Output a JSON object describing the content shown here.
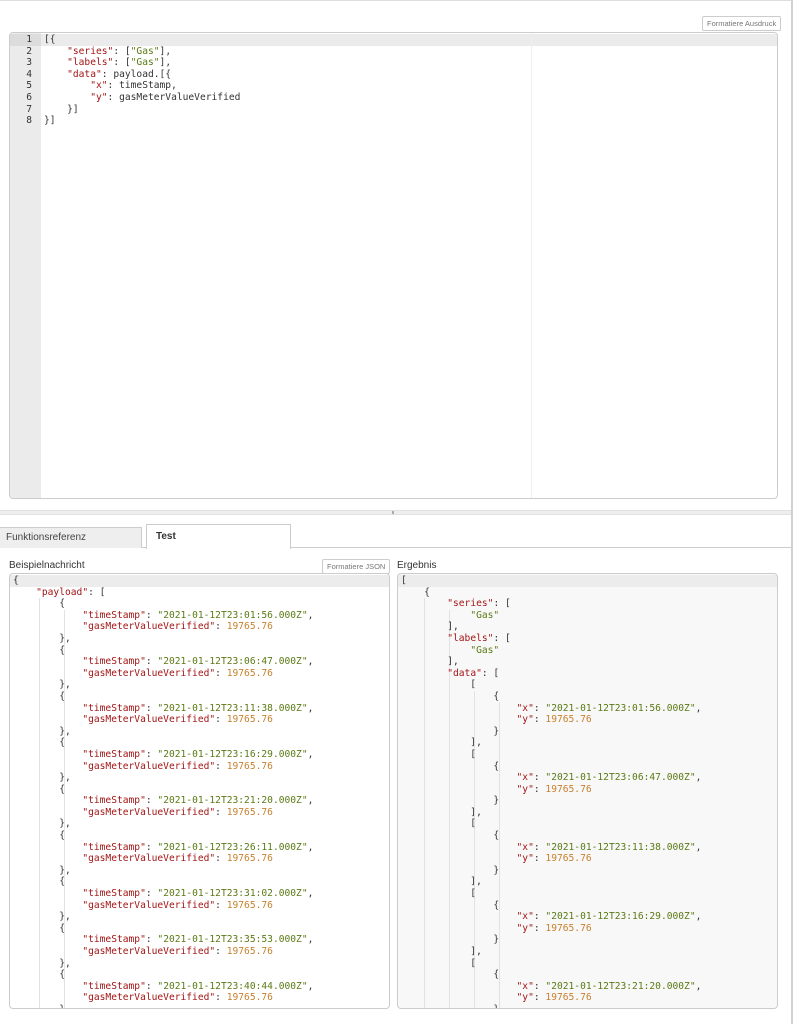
{
  "toolbar": {
    "format_expression_label": "Formatiere Ausdruck",
    "format_json_label": "Formatiere JSON"
  },
  "expression_editor": {
    "line_numbers": [
      "1",
      "2",
      "3",
      "4",
      "5",
      "6",
      "7",
      "8"
    ],
    "active_line": 1,
    "lines": [
      [
        {
          "t": "p",
          "v": "[{"
        }
      ],
      [
        {
          "t": "p",
          "v": "    "
        },
        {
          "t": "k",
          "v": "\"series\""
        },
        {
          "t": "p",
          "v": ": ["
        },
        {
          "t": "s",
          "v": "\"Gas\""
        },
        {
          "t": "p",
          "v": "],"
        }
      ],
      [
        {
          "t": "p",
          "v": "    "
        },
        {
          "t": "k",
          "v": "\"labels\""
        },
        {
          "t": "p",
          "v": ": ["
        },
        {
          "t": "s",
          "v": "\"Gas\""
        },
        {
          "t": "p",
          "v": "],"
        }
      ],
      [
        {
          "t": "p",
          "v": "    "
        },
        {
          "t": "k",
          "v": "\"data\""
        },
        {
          "t": "p",
          "v": ": payload.[{"
        }
      ],
      [
        {
          "t": "p",
          "v": "        "
        },
        {
          "t": "k",
          "v": "\"x\""
        },
        {
          "t": "p",
          "v": ": timeStamp,"
        }
      ],
      [
        {
          "t": "p",
          "v": "        "
        },
        {
          "t": "k",
          "v": "\"y\""
        },
        {
          "t": "p",
          "v": ": gasMeterValueVerified"
        }
      ],
      [
        {
          "t": "p",
          "v": "    }]"
        }
      ],
      [
        {
          "t": "p",
          "v": "}]"
        }
      ]
    ]
  },
  "tabs": [
    {
      "label": "Funktionsreferenz",
      "active": false
    },
    {
      "label": "Test",
      "active": true
    }
  ],
  "sample_message": {
    "label": "Beispielnachricht",
    "lines": [
      [
        {
          "t": "p",
          "v": "{"
        }
      ],
      [
        {
          "t": "p",
          "v": "    "
        },
        {
          "t": "k",
          "v": "\"payload\""
        },
        {
          "t": "p",
          "v": ": ["
        }
      ],
      [
        {
          "t": "p",
          "v": "        {"
        }
      ],
      [
        {
          "t": "p",
          "v": "            "
        },
        {
          "t": "k",
          "v": "\"timeStamp\""
        },
        {
          "t": "p",
          "v": ": "
        },
        {
          "t": "s",
          "v": "\"2021-01-12T23:01:56.000Z\""
        },
        {
          "t": "p",
          "v": ","
        }
      ],
      [
        {
          "t": "p",
          "v": "            "
        },
        {
          "t": "k",
          "v": "\"gasMeterValueVerified\""
        },
        {
          "t": "p",
          "v": ": "
        },
        {
          "t": "n",
          "v": "19765.76"
        }
      ],
      [
        {
          "t": "p",
          "v": "        },"
        }
      ],
      [
        {
          "t": "p",
          "v": "        {"
        }
      ],
      [
        {
          "t": "p",
          "v": "            "
        },
        {
          "t": "k",
          "v": "\"timeStamp\""
        },
        {
          "t": "p",
          "v": ": "
        },
        {
          "t": "s",
          "v": "\"2021-01-12T23:06:47.000Z\""
        },
        {
          "t": "p",
          "v": ","
        }
      ],
      [
        {
          "t": "p",
          "v": "            "
        },
        {
          "t": "k",
          "v": "\"gasMeterValueVerified\""
        },
        {
          "t": "p",
          "v": ": "
        },
        {
          "t": "n",
          "v": "19765.76"
        }
      ],
      [
        {
          "t": "p",
          "v": "        },"
        }
      ],
      [
        {
          "t": "p",
          "v": "        {"
        }
      ],
      [
        {
          "t": "p",
          "v": "            "
        },
        {
          "t": "k",
          "v": "\"timeStamp\""
        },
        {
          "t": "p",
          "v": ": "
        },
        {
          "t": "s",
          "v": "\"2021-01-12T23:11:38.000Z\""
        },
        {
          "t": "p",
          "v": ","
        }
      ],
      [
        {
          "t": "p",
          "v": "            "
        },
        {
          "t": "k",
          "v": "\"gasMeterValueVerified\""
        },
        {
          "t": "p",
          "v": ": "
        },
        {
          "t": "n",
          "v": "19765.76"
        }
      ],
      [
        {
          "t": "p",
          "v": "        },"
        }
      ],
      [
        {
          "t": "p",
          "v": "        {"
        }
      ],
      [
        {
          "t": "p",
          "v": "            "
        },
        {
          "t": "k",
          "v": "\"timeStamp\""
        },
        {
          "t": "p",
          "v": ": "
        },
        {
          "t": "s",
          "v": "\"2021-01-12T23:16:29.000Z\""
        },
        {
          "t": "p",
          "v": ","
        }
      ],
      [
        {
          "t": "p",
          "v": "            "
        },
        {
          "t": "k",
          "v": "\"gasMeterValueVerified\""
        },
        {
          "t": "p",
          "v": ": "
        },
        {
          "t": "n",
          "v": "19765.76"
        }
      ],
      [
        {
          "t": "p",
          "v": "        },"
        }
      ],
      [
        {
          "t": "p",
          "v": "        {"
        }
      ],
      [
        {
          "t": "p",
          "v": "            "
        },
        {
          "t": "k",
          "v": "\"timeStamp\""
        },
        {
          "t": "p",
          "v": ": "
        },
        {
          "t": "s",
          "v": "\"2021-01-12T23:21:20.000Z\""
        },
        {
          "t": "p",
          "v": ","
        }
      ],
      [
        {
          "t": "p",
          "v": "            "
        },
        {
          "t": "k",
          "v": "\"gasMeterValueVerified\""
        },
        {
          "t": "p",
          "v": ": "
        },
        {
          "t": "n",
          "v": "19765.76"
        }
      ],
      [
        {
          "t": "p",
          "v": "        },"
        }
      ],
      [
        {
          "t": "p",
          "v": "        {"
        }
      ],
      [
        {
          "t": "p",
          "v": "            "
        },
        {
          "t": "k",
          "v": "\"timeStamp\""
        },
        {
          "t": "p",
          "v": ": "
        },
        {
          "t": "s",
          "v": "\"2021-01-12T23:26:11.000Z\""
        },
        {
          "t": "p",
          "v": ","
        }
      ],
      [
        {
          "t": "p",
          "v": "            "
        },
        {
          "t": "k",
          "v": "\"gasMeterValueVerified\""
        },
        {
          "t": "p",
          "v": ": "
        },
        {
          "t": "n",
          "v": "19765.76"
        }
      ],
      [
        {
          "t": "p",
          "v": "        },"
        }
      ],
      [
        {
          "t": "p",
          "v": "        {"
        }
      ],
      [
        {
          "t": "p",
          "v": "            "
        },
        {
          "t": "k",
          "v": "\"timeStamp\""
        },
        {
          "t": "p",
          "v": ": "
        },
        {
          "t": "s",
          "v": "\"2021-01-12T23:31:02.000Z\""
        },
        {
          "t": "p",
          "v": ","
        }
      ],
      [
        {
          "t": "p",
          "v": "            "
        },
        {
          "t": "k",
          "v": "\"gasMeterValueVerified\""
        },
        {
          "t": "p",
          "v": ": "
        },
        {
          "t": "n",
          "v": "19765.76"
        }
      ],
      [
        {
          "t": "p",
          "v": "        },"
        }
      ],
      [
        {
          "t": "p",
          "v": "        {"
        }
      ],
      [
        {
          "t": "p",
          "v": "            "
        },
        {
          "t": "k",
          "v": "\"timeStamp\""
        },
        {
          "t": "p",
          "v": ": "
        },
        {
          "t": "s",
          "v": "\"2021-01-12T23:35:53.000Z\""
        },
        {
          "t": "p",
          "v": ","
        }
      ],
      [
        {
          "t": "p",
          "v": "            "
        },
        {
          "t": "k",
          "v": "\"gasMeterValueVerified\""
        },
        {
          "t": "p",
          "v": ": "
        },
        {
          "t": "n",
          "v": "19765.76"
        }
      ],
      [
        {
          "t": "p",
          "v": "        },"
        }
      ],
      [
        {
          "t": "p",
          "v": "        {"
        }
      ],
      [
        {
          "t": "p",
          "v": "            "
        },
        {
          "t": "k",
          "v": "\"timeStamp\""
        },
        {
          "t": "p",
          "v": ": "
        },
        {
          "t": "s",
          "v": "\"2021-01-12T23:40:44.000Z\""
        },
        {
          "t": "p",
          "v": ","
        }
      ],
      [
        {
          "t": "p",
          "v": "            "
        },
        {
          "t": "k",
          "v": "\"gasMeterValueVerified\""
        },
        {
          "t": "p",
          "v": ": "
        },
        {
          "t": "n",
          "v": "19765.76"
        }
      ],
      [
        {
          "t": "p",
          "v": "        }"
        }
      ]
    ]
  },
  "result": {
    "label": "Ergebnis",
    "lines": [
      [
        {
          "t": "p",
          "v": "["
        }
      ],
      [
        {
          "t": "p",
          "v": "    {"
        }
      ],
      [
        {
          "t": "p",
          "v": "        "
        },
        {
          "t": "k",
          "v": "\"series\""
        },
        {
          "t": "p",
          "v": ": ["
        }
      ],
      [
        {
          "t": "p",
          "v": "            "
        },
        {
          "t": "s",
          "v": "\"Gas\""
        }
      ],
      [
        {
          "t": "p",
          "v": "        ],"
        }
      ],
      [
        {
          "t": "p",
          "v": "        "
        },
        {
          "t": "k",
          "v": "\"labels\""
        },
        {
          "t": "p",
          "v": ": ["
        }
      ],
      [
        {
          "t": "p",
          "v": "            "
        },
        {
          "t": "s",
          "v": "\"Gas\""
        }
      ],
      [
        {
          "t": "p",
          "v": "        ],"
        }
      ],
      [
        {
          "t": "p",
          "v": "        "
        },
        {
          "t": "k",
          "v": "\"data\""
        },
        {
          "t": "p",
          "v": ": ["
        }
      ],
      [
        {
          "t": "p",
          "v": "            ["
        }
      ],
      [
        {
          "t": "p",
          "v": "                {"
        }
      ],
      [
        {
          "t": "p",
          "v": "                    "
        },
        {
          "t": "k",
          "v": "\"x\""
        },
        {
          "t": "p",
          "v": ": "
        },
        {
          "t": "s",
          "v": "\"2021-01-12T23:01:56.000Z\""
        },
        {
          "t": "p",
          "v": ","
        }
      ],
      [
        {
          "t": "p",
          "v": "                    "
        },
        {
          "t": "k",
          "v": "\"y\""
        },
        {
          "t": "p",
          "v": ": "
        },
        {
          "t": "n",
          "v": "19765.76"
        }
      ],
      [
        {
          "t": "p",
          "v": "                }"
        }
      ],
      [
        {
          "t": "p",
          "v": "            ],"
        }
      ],
      [
        {
          "t": "p",
          "v": "            ["
        }
      ],
      [
        {
          "t": "p",
          "v": "                {"
        }
      ],
      [
        {
          "t": "p",
          "v": "                    "
        },
        {
          "t": "k",
          "v": "\"x\""
        },
        {
          "t": "p",
          "v": ": "
        },
        {
          "t": "s",
          "v": "\"2021-01-12T23:06:47.000Z\""
        },
        {
          "t": "p",
          "v": ","
        }
      ],
      [
        {
          "t": "p",
          "v": "                    "
        },
        {
          "t": "k",
          "v": "\"y\""
        },
        {
          "t": "p",
          "v": ": "
        },
        {
          "t": "n",
          "v": "19765.76"
        }
      ],
      [
        {
          "t": "p",
          "v": "                }"
        }
      ],
      [
        {
          "t": "p",
          "v": "            ],"
        }
      ],
      [
        {
          "t": "p",
          "v": "            ["
        }
      ],
      [
        {
          "t": "p",
          "v": "                {"
        }
      ],
      [
        {
          "t": "p",
          "v": "                    "
        },
        {
          "t": "k",
          "v": "\"x\""
        },
        {
          "t": "p",
          "v": ": "
        },
        {
          "t": "s",
          "v": "\"2021-01-12T23:11:38.000Z\""
        },
        {
          "t": "p",
          "v": ","
        }
      ],
      [
        {
          "t": "p",
          "v": "                    "
        },
        {
          "t": "k",
          "v": "\"y\""
        },
        {
          "t": "p",
          "v": ": "
        },
        {
          "t": "n",
          "v": "19765.76"
        }
      ],
      [
        {
          "t": "p",
          "v": "                }"
        }
      ],
      [
        {
          "t": "p",
          "v": "            ],"
        }
      ],
      [
        {
          "t": "p",
          "v": "            ["
        }
      ],
      [
        {
          "t": "p",
          "v": "                {"
        }
      ],
      [
        {
          "t": "p",
          "v": "                    "
        },
        {
          "t": "k",
          "v": "\"x\""
        },
        {
          "t": "p",
          "v": ": "
        },
        {
          "t": "s",
          "v": "\"2021-01-12T23:16:29.000Z\""
        },
        {
          "t": "p",
          "v": ","
        }
      ],
      [
        {
          "t": "p",
          "v": "                    "
        },
        {
          "t": "k",
          "v": "\"y\""
        },
        {
          "t": "p",
          "v": ": "
        },
        {
          "t": "n",
          "v": "19765.76"
        }
      ],
      [
        {
          "t": "p",
          "v": "                }"
        }
      ],
      [
        {
          "t": "p",
          "v": "            ],"
        }
      ],
      [
        {
          "t": "p",
          "v": "            ["
        }
      ],
      [
        {
          "t": "p",
          "v": "                {"
        }
      ],
      [
        {
          "t": "p",
          "v": "                    "
        },
        {
          "t": "k",
          "v": "\"x\""
        },
        {
          "t": "p",
          "v": ": "
        },
        {
          "t": "s",
          "v": "\"2021-01-12T23:21:20.000Z\""
        },
        {
          "t": "p",
          "v": ","
        }
      ],
      [
        {
          "t": "p",
          "v": "                    "
        },
        {
          "t": "k",
          "v": "\"y\""
        },
        {
          "t": "p",
          "v": ": "
        },
        {
          "t": "n",
          "v": "19765.76"
        }
      ],
      [
        {
          "t": "p",
          "v": "                }"
        }
      ]
    ]
  },
  "colors": {
    "key": "#a31515",
    "string": "#5a7a14",
    "number": "#c7802e",
    "gutter": "#ebebeb",
    "result_bg": "#f8f8f8"
  }
}
